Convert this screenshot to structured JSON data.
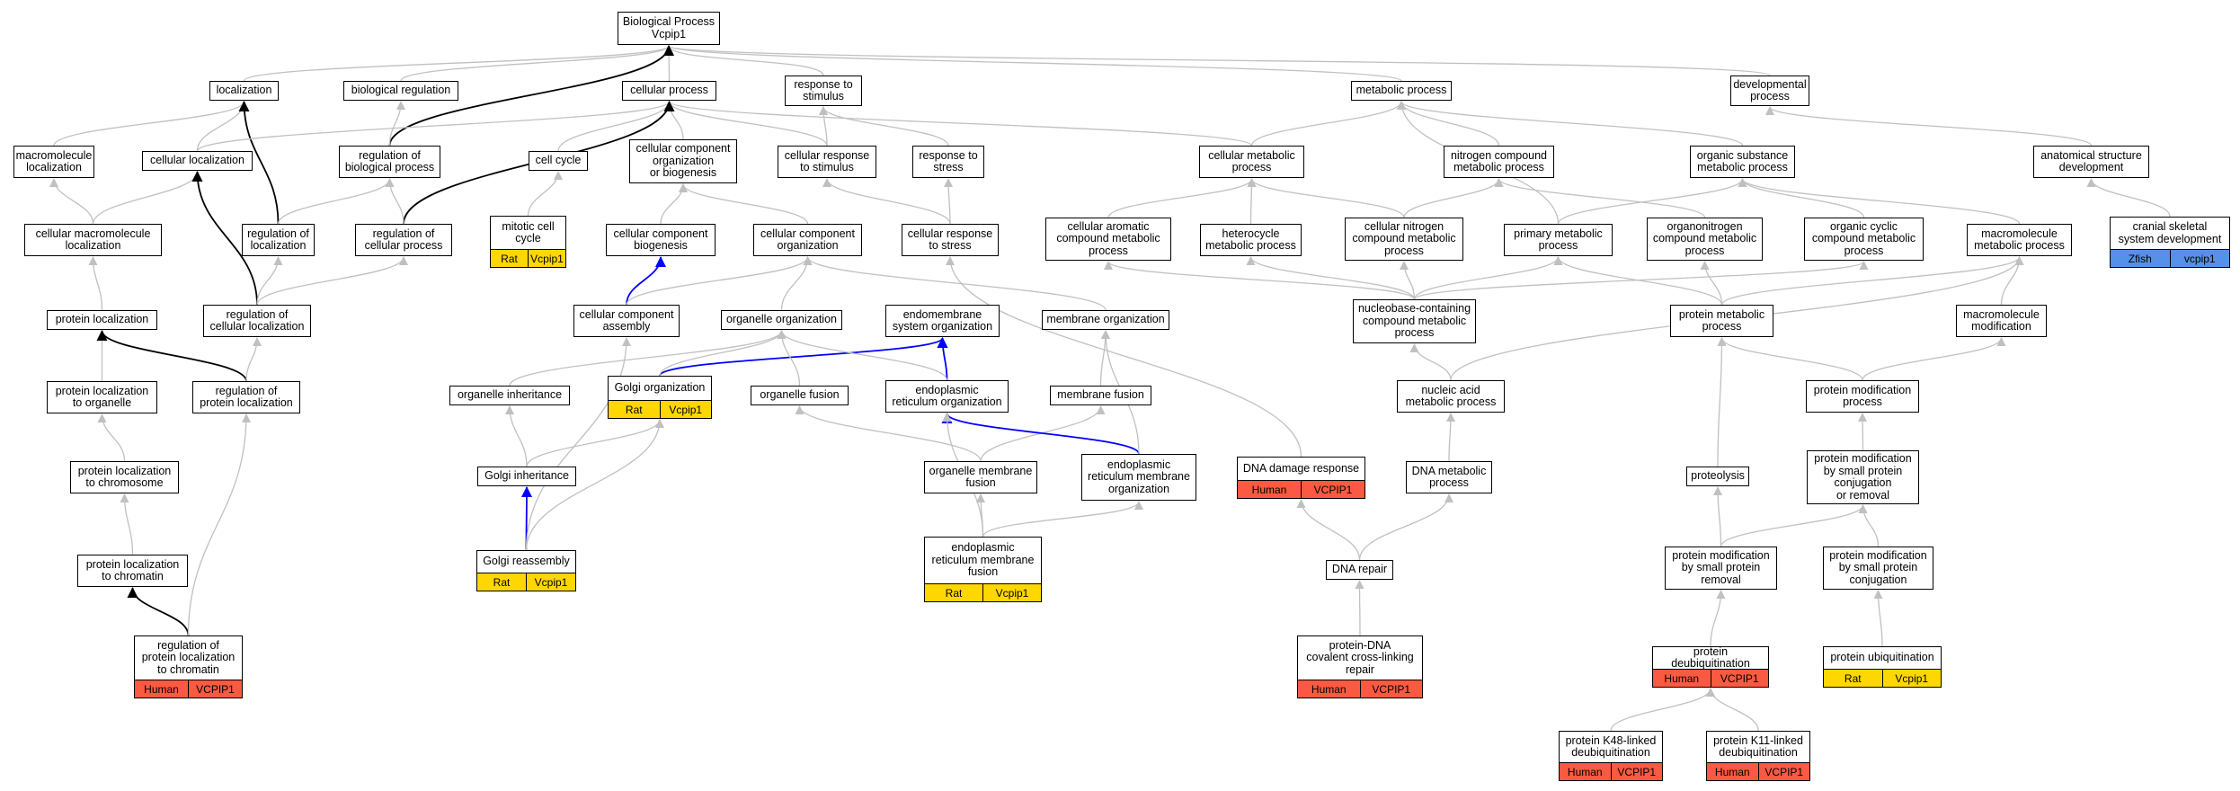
{
  "colors": {
    "edge_gray": "#c0c0c0",
    "edge_black": "#000000",
    "edge_blue": "#0000ff",
    "rat": "#ffd700",
    "human": "#fa5a41",
    "zfish": "#5591e6"
  },
  "nodes": [
    {
      "id": "bp",
      "label": "Biological Process\nVcpip1"
    },
    {
      "id": "loc",
      "label": "localization"
    },
    {
      "id": "bioreg",
      "label": "biological regulation"
    },
    {
      "id": "cellproc",
      "label": "cellular process"
    },
    {
      "id": "resp",
      "label": "response to\nstimulus"
    },
    {
      "id": "metab",
      "label": "metabolic process"
    },
    {
      "id": "devproc",
      "label": "developmental\nprocess"
    },
    {
      "id": "macroloc",
      "label": "macromolecule\nlocalization"
    },
    {
      "id": "cellloc",
      "label": "cellular localization"
    },
    {
      "id": "regbio",
      "label": "regulation of\nbiological process"
    },
    {
      "id": "cellcycle",
      "label": "cell cycle"
    },
    {
      "id": "ccorg",
      "label": "cellular component\norganization\nor biogenesis"
    },
    {
      "id": "cellresp",
      "label": "cellular response\nto stimulus"
    },
    {
      "id": "respstress",
      "label": "response to\nstress"
    },
    {
      "id": "cellmetab",
      "label": "cellular metabolic\nprocess"
    },
    {
      "id": "nitro",
      "label": "nitrogen compound\nmetabolic process"
    },
    {
      "id": "orgsub",
      "label": "organic substance\nmetabolic process"
    },
    {
      "id": "anat",
      "label": "anatomical structure\ndevelopment"
    },
    {
      "id": "cellmacroloc",
      "label": "cellular macromolecule\nlocalization"
    },
    {
      "id": "regloc",
      "label": "regulation of\nlocalization"
    },
    {
      "id": "regcell",
      "label": "regulation of\ncellular process"
    },
    {
      "id": "mitotic",
      "label": "mitotic cell\ncycle",
      "tags": [
        {
          "text": "Rat",
          "color": "rat"
        },
        {
          "text": "Vcpip1",
          "color": "rat"
        }
      ]
    },
    {
      "id": "ccbio",
      "label": "cellular component\nbiogenesis"
    },
    {
      "id": "ccorg2",
      "label": "cellular component\norganization"
    },
    {
      "id": "cellrespstress",
      "label": "cellular response\nto stress"
    },
    {
      "id": "arom",
      "label": "cellular aromatic\ncompound metabolic\nprocess"
    },
    {
      "id": "hetero",
      "label": "heterocycle\nmetabolic process"
    },
    {
      "id": "cellnitro",
      "label": "cellular nitrogen\ncompound metabolic\nprocess"
    },
    {
      "id": "primary",
      "label": "primary metabolic\nprocess"
    },
    {
      "id": "organonitro",
      "label": "organonitrogen\ncompound metabolic\nprocess"
    },
    {
      "id": "orgcyclic",
      "label": "organic cyclic\ncompound metabolic\nprocess"
    },
    {
      "id": "macrometab",
      "label": "macromolecule\nmetabolic process"
    },
    {
      "id": "cranial",
      "label": "cranial skeletal\nsystem development",
      "tags": [
        {
          "text": "Zfish",
          "color": "zfish"
        },
        {
          "text": "vcpip1",
          "color": "zfish"
        }
      ]
    },
    {
      "id": "protloc",
      "label": "protein localization"
    },
    {
      "id": "regcellloc",
      "label": "regulation of\ncellular localization"
    },
    {
      "id": "ccassembly",
      "label": "cellular component\nassembly"
    },
    {
      "id": "orgorg",
      "label": "organelle organization"
    },
    {
      "id": "endomem",
      "label": "endomembrane\nsystem organization"
    },
    {
      "id": "memorg",
      "label": "membrane organization"
    },
    {
      "id": "nucleobase",
      "label": "nucleobase-containing\ncompound metabolic\nprocess"
    },
    {
      "id": "protmetab",
      "label": "protein metabolic\nprocess"
    },
    {
      "id": "macromod",
      "label": "macromolecule\nmodification"
    },
    {
      "id": "protloc2org",
      "label": "protein localization\nto organelle"
    },
    {
      "id": "regprotloc",
      "label": "regulation of\nprotein localization"
    },
    {
      "id": "orginherit",
      "label": "organelle inheritance"
    },
    {
      "id": "golgiorg",
      "label": "Golgi organization",
      "tags": [
        {
          "text": "Rat",
          "color": "rat"
        },
        {
          "text": "Vcpip1",
          "color": "rat"
        }
      ]
    },
    {
      "id": "orgfusion",
      "label": "organelle fusion"
    },
    {
      "id": "erorg",
      "label": "endoplasmic\nreticulum organization"
    },
    {
      "id": "memfusion",
      "label": "membrane fusion"
    },
    {
      "id": "nucacid",
      "label": "nucleic acid\nmetabolic process"
    },
    {
      "id": "protmod",
      "label": "protein modification\nprocess"
    },
    {
      "id": "protloc2chrom",
      "label": "protein localization\nto chromosome"
    },
    {
      "id": "golgiinherit",
      "label": "Golgi inheritance"
    },
    {
      "id": "orgmemfusion",
      "label": "organelle membrane\nfusion"
    },
    {
      "id": "ermemorg",
      "label": "endoplasmic\nreticulum membrane\norganization"
    },
    {
      "id": "dnadamage",
      "label": "DNA damage response",
      "tags": [
        {
          "text": "Human",
          "color": "human"
        },
        {
          "text": "VCPIP1",
          "color": "human"
        }
      ]
    },
    {
      "id": "dnametab",
      "label": "DNA metabolic\nprocess"
    },
    {
      "id": "proteolysis",
      "label": "proteolysis"
    },
    {
      "id": "protmodsmall",
      "label": "protein modification\nby small protein\nconjugation\nor removal"
    },
    {
      "id": "protloc2chromatin",
      "label": "protein localization\nto chromatin"
    },
    {
      "id": "golgireassembly",
      "label": "Golgi reassembly",
      "tags": [
        {
          "text": "Rat",
          "color": "rat"
        },
        {
          "text": "Vcpip1",
          "color": "rat"
        }
      ]
    },
    {
      "id": "ermemfusion",
      "label": "endoplasmic\nreticulum membrane\nfusion",
      "tags": [
        {
          "text": "Rat",
          "color": "rat"
        },
        {
          "text": "Vcpip1",
          "color": "rat"
        }
      ]
    },
    {
      "id": "dnarepair",
      "label": "DNA repair"
    },
    {
      "id": "protmodremoval",
      "label": "protein modification\nby small protein\nremoval"
    },
    {
      "id": "protmodconj",
      "label": "protein modification\nby small protein\nconjugation"
    },
    {
      "id": "regprotloc2chromatin",
      "label": "regulation of\nprotein localization\nto chromatin",
      "tags": [
        {
          "text": "Human",
          "color": "human"
        },
        {
          "text": "VCPIP1",
          "color": "human"
        }
      ]
    },
    {
      "id": "protdna",
      "label": "protein-DNA\ncovalent cross-linking\nrepair",
      "tags": [
        {
          "text": "Human",
          "color": "human"
        },
        {
          "text": "VCPIP1",
          "color": "human"
        }
      ]
    },
    {
      "id": "protdeubiq",
      "label": "protein deubiquitination",
      "tags": [
        {
          "text": "Human",
          "color": "human"
        },
        {
          "text": "VCPIP1",
          "color": "human"
        }
      ]
    },
    {
      "id": "protubiq",
      "label": "protein ubiquitination",
      "tags": [
        {
          "text": "Rat",
          "color": "rat"
        },
        {
          "text": "Vcpip1",
          "color": "rat"
        }
      ]
    },
    {
      "id": "k48",
      "label": "protein K48-linked\ndeubiquitination",
      "tags": [
        {
          "text": "Human",
          "color": "human"
        },
        {
          "text": "VCPIP1",
          "color": "human"
        }
      ]
    },
    {
      "id": "k11",
      "label": "protein K11-linked\ndeubiquitination",
      "tags": [
        {
          "text": "Human",
          "color": "human"
        },
        {
          "text": "VCPIP1",
          "color": "human"
        }
      ]
    }
  ],
  "edges": [
    {
      "from": "loc",
      "to": "bp",
      "kind": "gray"
    },
    {
      "from": "bioreg",
      "to": "bp",
      "kind": "gray"
    },
    {
      "from": "cellproc",
      "to": "bp",
      "kind": "gray"
    },
    {
      "from": "resp",
      "to": "bp",
      "kind": "gray"
    },
    {
      "from": "metab",
      "to": "bp",
      "kind": "gray"
    },
    {
      "from": "devproc",
      "to": "bp",
      "kind": "gray"
    },
    {
      "from": "regbio",
      "to": "bp",
      "kind": "black"
    },
    {
      "from": "macroloc",
      "to": "loc",
      "kind": "gray"
    },
    {
      "from": "cellloc",
      "to": "loc",
      "kind": "gray"
    },
    {
      "from": "regloc",
      "to": "loc",
      "kind": "black"
    },
    {
      "from": "regbio",
      "to": "bioreg",
      "kind": "gray"
    },
    {
      "from": "cellloc",
      "to": "cellproc",
      "kind": "gray"
    },
    {
      "from": "cellcycle",
      "to": "cellproc",
      "kind": "gray"
    },
    {
      "from": "ccorg",
      "to": "cellproc",
      "kind": "gray"
    },
    {
      "from": "cellresp",
      "to": "cellproc",
      "kind": "gray"
    },
    {
      "from": "cellmetab",
      "to": "cellproc",
      "kind": "gray"
    },
    {
      "from": "regcell",
      "to": "cellproc",
      "kind": "black"
    },
    {
      "from": "cellresp",
      "to": "resp",
      "kind": "gray"
    },
    {
      "from": "respstress",
      "to": "resp",
      "kind": "gray"
    },
    {
      "from": "cellmetab",
      "to": "metab",
      "kind": "gray"
    },
    {
      "from": "nitro",
      "to": "metab",
      "kind": "gray"
    },
    {
      "from": "orgsub",
      "to": "metab",
      "kind": "gray"
    },
    {
      "from": "primary",
      "to": "metab",
      "kind": "gray"
    },
    {
      "from": "anat",
      "to": "devproc",
      "kind": "gray"
    },
    {
      "from": "cellmacroloc",
      "to": "macroloc",
      "kind": "gray"
    },
    {
      "from": "cellmacroloc",
      "to": "cellloc",
      "kind": "gray"
    },
    {
      "from": "regcellloc",
      "to": "cellloc",
      "kind": "black"
    },
    {
      "from": "regloc",
      "to": "regbio",
      "kind": "gray"
    },
    {
      "from": "regcell",
      "to": "regbio",
      "kind": "gray"
    },
    {
      "from": "mitotic",
      "to": "cellcycle",
      "kind": "gray"
    },
    {
      "from": "ccbio",
      "to": "ccorg",
      "kind": "gray"
    },
    {
      "from": "ccorg2",
      "to": "ccorg",
      "kind": "gray"
    },
    {
      "from": "cellrespstress",
      "to": "cellresp",
      "kind": "gray"
    },
    {
      "from": "cellrespstress",
      "to": "respstress",
      "kind": "gray"
    },
    {
      "from": "arom",
      "to": "cellmetab",
      "kind": "gray"
    },
    {
      "from": "hetero",
      "to": "cellmetab",
      "kind": "gray"
    },
    {
      "from": "cellnitro",
      "to": "cellmetab",
      "kind": "gray"
    },
    {
      "from": "cellnitro",
      "to": "nitro",
      "kind": "gray"
    },
    {
      "from": "organonitro",
      "to": "nitro",
      "kind": "gray"
    },
    {
      "from": "primary",
      "to": "orgsub",
      "kind": "gray"
    },
    {
      "from": "orgcyclic",
      "to": "orgsub",
      "kind": "gray"
    },
    {
      "from": "macrometab",
      "to": "orgsub",
      "kind": "gray"
    },
    {
      "from": "cranial",
      "to": "anat",
      "kind": "gray"
    },
    {
      "from": "protloc",
      "to": "cellmacroloc",
      "kind": "gray"
    },
    {
      "from": "regcellloc",
      "to": "regloc",
      "kind": "gray"
    },
    {
      "from": "regcellloc",
      "to": "regcell",
      "kind": "gray"
    },
    {
      "from": "ccassembly",
      "to": "ccbio",
      "kind": "blue"
    },
    {
      "from": "ccassembly",
      "to": "ccorg2",
      "kind": "gray"
    },
    {
      "from": "orgorg",
      "to": "ccorg2",
      "kind": "gray"
    },
    {
      "from": "memorg",
      "to": "ccorg2",
      "kind": "gray"
    },
    {
      "from": "nucleobase",
      "to": "arom",
      "kind": "gray"
    },
    {
      "from": "nucleobase",
      "to": "hetero",
      "kind": "gray"
    },
    {
      "from": "nucleobase",
      "to": "cellnitro",
      "kind": "gray"
    },
    {
      "from": "nucleobase",
      "to": "primary",
      "kind": "gray"
    },
    {
      "from": "nucleobase",
      "to": "orgcyclic",
      "kind": "gray"
    },
    {
      "from": "protmetab",
      "to": "primary",
      "kind": "gray"
    },
    {
      "from": "protmetab",
      "to": "organonitro",
      "kind": "gray"
    },
    {
      "from": "protmetab",
      "to": "macrometab",
      "kind": "gray"
    },
    {
      "from": "nucacid",
      "to": "macrometab",
      "kind": "gray"
    },
    {
      "from": "macromod",
      "to": "macrometab",
      "kind": "gray"
    },
    {
      "from": "protloc2org",
      "to": "protloc",
      "kind": "gray"
    },
    {
      "from": "regprotloc",
      "to": "protloc",
      "kind": "black"
    },
    {
      "from": "regprotloc",
      "to": "regcellloc",
      "kind": "gray"
    },
    {
      "from": "golgiorg",
      "to": "endomem",
      "kind": "blue"
    },
    {
      "from": "erorg",
      "to": "endomem",
      "kind": "blue"
    },
    {
      "from": "orginherit",
      "to": "orgorg",
      "kind": "gray"
    },
    {
      "from": "golgiorg",
      "to": "orgorg",
      "kind": "gray"
    },
    {
      "from": "orgfusion",
      "to": "orgorg",
      "kind": "gray"
    },
    {
      "from": "erorg",
      "to": "orgorg",
      "kind": "gray"
    },
    {
      "from": "memfusion",
      "to": "memorg",
      "kind": "gray"
    },
    {
      "from": "nucacid",
      "to": "nucleobase",
      "kind": "gray"
    },
    {
      "from": "proteolysis",
      "to": "protmetab",
      "kind": "gray"
    },
    {
      "from": "protmod",
      "to": "protmetab",
      "kind": "gray"
    },
    {
      "from": "protmod",
      "to": "macromod",
      "kind": "gray"
    },
    {
      "from": "protloc2chrom",
      "to": "protloc2org",
      "kind": "gray"
    },
    {
      "from": "golgiinherit",
      "to": "orginherit",
      "kind": "gray"
    },
    {
      "from": "golgiinherit",
      "to": "golgiorg",
      "kind": "gray"
    },
    {
      "from": "orgmemfusion",
      "to": "orgfusion",
      "kind": "gray"
    },
    {
      "from": "orgmemfusion",
      "to": "memfusion",
      "kind": "gray"
    },
    {
      "from": "ermemorg",
      "to": "erorg",
      "kind": "blue"
    },
    {
      "from": "ermemorg",
      "to": "memorg",
      "kind": "gray"
    },
    {
      "from": "dnametab",
      "to": "nucacid",
      "kind": "gray"
    },
    {
      "from": "protmodsmall",
      "to": "protmod",
      "kind": "gray"
    },
    {
      "from": "protloc2chromatin",
      "to": "protloc2chrom",
      "kind": "gray"
    },
    {
      "from": "golgireassembly",
      "to": "golgiinherit",
      "kind": "blue"
    },
    {
      "from": "golgireassembly",
      "to": "golgiorg",
      "kind": "gray"
    },
    {
      "from": "golgireassembly",
      "to": "ccassembly",
      "kind": "gray"
    },
    {
      "from": "ermemfusion",
      "to": "orgmemfusion",
      "kind": "gray"
    },
    {
      "from": "ermemfusion",
      "to": "ermemorg",
      "kind": "gray"
    },
    {
      "from": "ermemfusion",
      "to": "erorg",
      "kind": "gray"
    },
    {
      "from": "dnadamage",
      "to": "cellrespstress",
      "kind": "gray"
    },
    {
      "from": "dnarepair",
      "to": "dnadamage",
      "kind": "gray"
    },
    {
      "from": "dnarepair",
      "to": "dnametab",
      "kind": "gray"
    },
    {
      "from": "protmodremoval",
      "to": "proteolysis",
      "kind": "gray"
    },
    {
      "from": "protmodremoval",
      "to": "protmodsmall",
      "kind": "gray"
    },
    {
      "from": "protmodconj",
      "to": "protmodsmall",
      "kind": "gray"
    },
    {
      "from": "regprotloc2chromatin",
      "to": "protloc2chromatin",
      "kind": "black"
    },
    {
      "from": "regprotloc2chromatin",
      "to": "regprotloc",
      "kind": "gray"
    },
    {
      "from": "protdna",
      "to": "dnarepair",
      "kind": "gray"
    },
    {
      "from": "protdeubiq",
      "to": "protmodremoval",
      "kind": "gray"
    },
    {
      "from": "protubiq",
      "to": "protmodconj",
      "kind": "gray"
    },
    {
      "from": "k48",
      "to": "protdeubiq",
      "kind": "gray"
    },
    {
      "from": "k11",
      "to": "protdeubiq",
      "kind": "gray"
    }
  ]
}
